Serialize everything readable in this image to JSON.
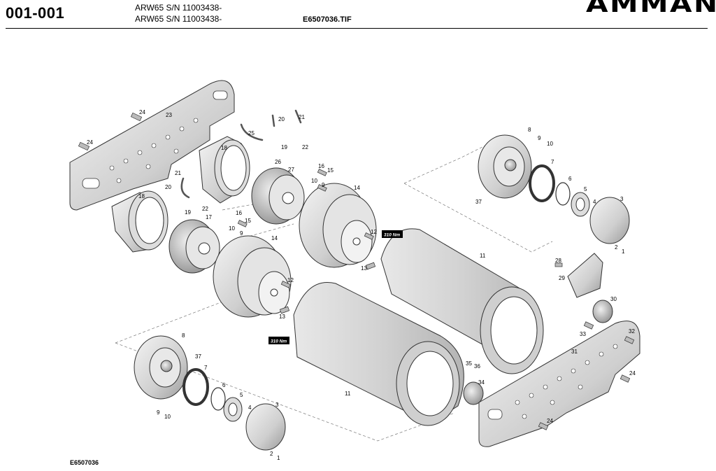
{
  "header": {
    "page_id": "001-001",
    "model_line_1": "ARW65 S/N 11003438-",
    "model_line_2": "ARW65 S/N 11003438-",
    "file_name": "E6507036.TIF",
    "brand": "AMMANN"
  },
  "footer": {
    "drawing_id": "E6507036"
  },
  "torque": {
    "label": "310 Nm"
  },
  "callouts": [
    {
      "key": "c24a",
      "text": "24"
    },
    {
      "key": "c23",
      "text": "23"
    },
    {
      "key": "c24b",
      "text": "24"
    },
    {
      "key": "c20a",
      "text": "20"
    },
    {
      "key": "c21a",
      "text": "21"
    },
    {
      "key": "c25",
      "text": "25"
    },
    {
      "key": "c19a",
      "text": "19"
    },
    {
      "key": "c22a",
      "text": "22"
    },
    {
      "key": "c18a",
      "text": "18"
    },
    {
      "key": "c26",
      "text": "26"
    },
    {
      "key": "c27",
      "text": "27"
    },
    {
      "key": "c16a",
      "text": "16"
    },
    {
      "key": "c15a",
      "text": "15"
    },
    {
      "key": "c21b",
      "text": "21"
    },
    {
      "key": "c20b",
      "text": "20"
    },
    {
      "key": "c18b",
      "text": "18"
    },
    {
      "key": "c22b",
      "text": "22"
    },
    {
      "key": "c19b",
      "text": "19"
    },
    {
      "key": "c17",
      "text": "17"
    },
    {
      "key": "c16b",
      "text": "16"
    },
    {
      "key": "c15b",
      "text": "15"
    },
    {
      "key": "c10a",
      "text": "10"
    },
    {
      "key": "c9a",
      "text": "9"
    },
    {
      "key": "c14a",
      "text": "14"
    },
    {
      "key": "c10b",
      "text": "10"
    },
    {
      "key": "c9b",
      "text": "9"
    },
    {
      "key": "c14b",
      "text": "14"
    },
    {
      "key": "c12a",
      "text": "12"
    },
    {
      "key": "c13a",
      "text": "13"
    },
    {
      "key": "c12b",
      "text": "12"
    },
    {
      "key": "c13b",
      "text": "13"
    },
    {
      "key": "c11a",
      "text": "11"
    },
    {
      "key": "c11b",
      "text": "11"
    },
    {
      "key": "c8a",
      "text": "8"
    },
    {
      "key": "c9c",
      "text": "9"
    },
    {
      "key": "c10c",
      "text": "10"
    },
    {
      "key": "c7a",
      "text": "7"
    },
    {
      "key": "c6a",
      "text": "6"
    },
    {
      "key": "c5a",
      "text": "5"
    },
    {
      "key": "c4a",
      "text": "4"
    },
    {
      "key": "c3a",
      "text": "3"
    },
    {
      "key": "c2a",
      "text": "2"
    },
    {
      "key": "c1a",
      "text": "1"
    },
    {
      "key": "c37a",
      "text": "37"
    },
    {
      "key": "c28",
      "text": "28"
    },
    {
      "key": "c29",
      "text": "29"
    },
    {
      "key": "c30",
      "text": "30"
    },
    {
      "key": "c33",
      "text": "33"
    },
    {
      "key": "c32",
      "text": "32"
    },
    {
      "key": "c31",
      "text": "31"
    },
    {
      "key": "c24c",
      "text": "24"
    },
    {
      "key": "c24d",
      "text": "24"
    },
    {
      "key": "c35",
      "text": "35"
    },
    {
      "key": "c36",
      "text": "36"
    },
    {
      "key": "c34",
      "text": "34"
    },
    {
      "key": "c8b",
      "text": "8"
    },
    {
      "key": "c37b",
      "text": "37"
    },
    {
      "key": "c7b",
      "text": "7"
    },
    {
      "key": "c6b",
      "text": "6"
    },
    {
      "key": "c5b",
      "text": "5"
    },
    {
      "key": "c4b",
      "text": "4"
    },
    {
      "key": "c3b",
      "text": "3"
    },
    {
      "key": "c2b",
      "text": "2"
    },
    {
      "key": "c1b",
      "text": "1"
    },
    {
      "key": "c9d",
      "text": "9"
    },
    {
      "key": "c10d",
      "text": "10"
    }
  ]
}
